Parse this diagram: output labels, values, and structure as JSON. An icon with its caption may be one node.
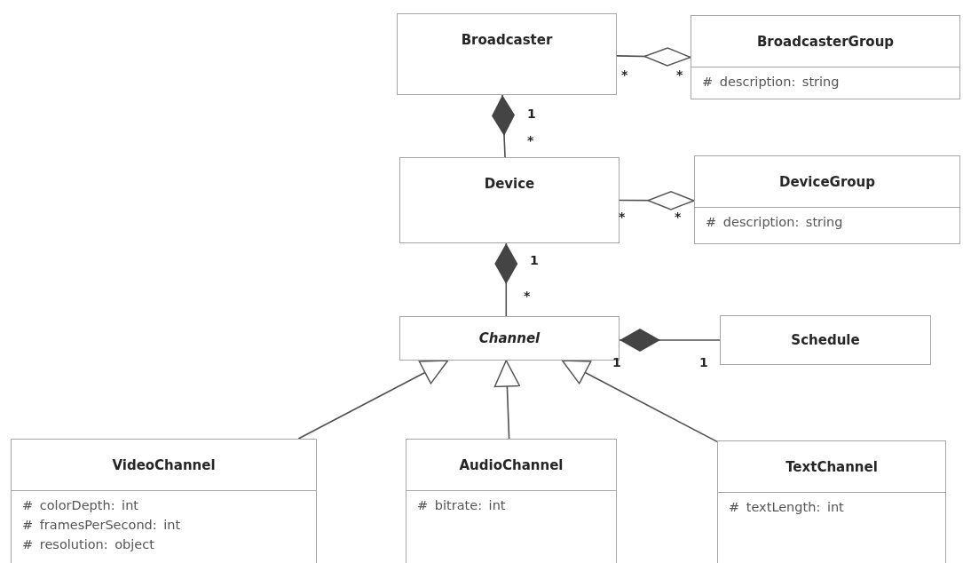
{
  "diagram": {
    "nodes": [
      {
        "text": [
          "Broadcaster"
        ]
      },
      {
        "text": [
          "BroadcasterGroup",
          "# description: string"
        ]
      },
      {
        "text": [
          "Device"
        ]
      },
      {
        "text": [
          "DeviceGroup",
          "# description: string"
        ]
      },
      {
        "text": [
          "Channel"
        ]
      },
      {
        "text": [
          "Schedule"
        ]
      },
      {
        "text": [
          "VideoChannel",
          "# colorDepth: int",
          "# framesPerSecond: int",
          "# resolution: object"
        ]
      },
      {
        "text": [
          "AudioChannel",
          "# bitrate: int"
        ]
      },
      {
        "text": [
          "TextChannel",
          "# textLength: int"
        ]
      }
    ],
    "edges": [
      {
        "from": 0,
        "to": 1,
        "arrow": "other"
      },
      {
        "from": 2,
        "to": 0,
        "arrow": "other"
      },
      {
        "from": 2,
        "to": 3,
        "arrow": "other"
      },
      {
        "from": 4,
        "to": 2,
        "arrow": "other"
      },
      {
        "from": 5,
        "to": 4,
        "arrow": "other"
      },
      {
        "from": 6,
        "to": 4,
        "arrow": "to"
      },
      {
        "from": 7,
        "to": 4,
        "arrow": "to"
      },
      {
        "from": 8,
        "to": 4,
        "arrow": "to"
      }
    ],
    "labels": [
      "*",
      "*",
      "1",
      "*",
      "*",
      "*",
      "1",
      "*",
      "1",
      "1"
    ]
  }
}
